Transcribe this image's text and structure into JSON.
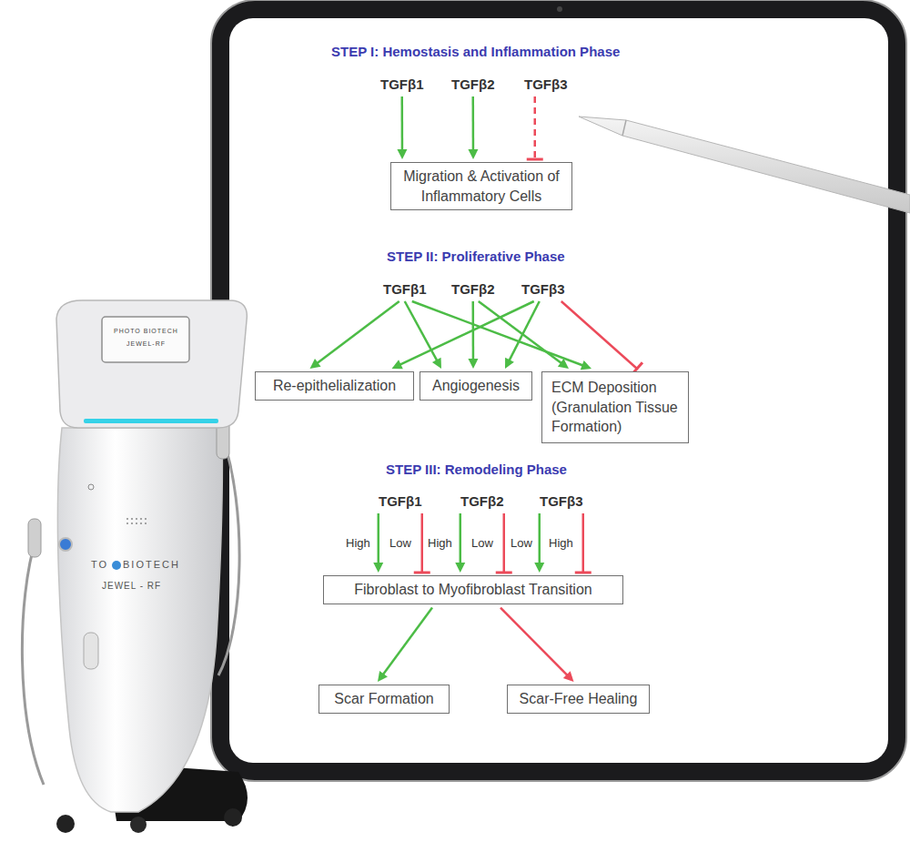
{
  "diagram": {
    "nodes": [
      {
        "text": [
          "TGFβ1"
        ]
      },
      {
        "text": [
          "TGFβ2"
        ]
      },
      {
        "text": [
          "TGFβ3"
        ]
      },
      {
        "text": [
          "Migration & Activation of Inflammatory Cells"
        ]
      },
      {
        "text": [
          "TGFβ1"
        ]
      },
      {
        "text": [
          "TGFβ2"
        ]
      },
      {
        "text": [
          "TGFβ3"
        ]
      },
      {
        "text": [
          "Re-epithelialization"
        ]
      },
      {
        "text": [
          "Angiogenesis"
        ]
      },
      {
        "text": [
          "ECM Deposition (Granulation Tissue Formation)"
        ]
      },
      {
        "text": [
          "TGFβ1"
        ]
      },
      {
        "text": [
          "TGFβ2"
        ]
      },
      {
        "text": [
          "TGFβ3"
        ]
      },
      {
        "text": [
          "Fibroblast to Myofibroblast Transition"
        ]
      },
      {
        "text": [
          "Scar Formation"
        ]
      },
      {
        "text": [
          "Scar-Free Healing"
        ]
      }
    ],
    "edges": [
      {
        "from": 0,
        "to": 3,
        "arrow": "to"
      },
      {
        "from": 1,
        "to": 3,
        "arrow": "to"
      },
      {
        "from": 2,
        "to": 3,
        "arrow": "to"
      },
      {
        "from": 4,
        "to": 7,
        "arrow": "to"
      },
      {
        "from": 4,
        "to": 8,
        "arrow": "to"
      },
      {
        "from": 4,
        "to": 9,
        "arrow": "to"
      },
      {
        "from": 5,
        "to": 8,
        "arrow": "to"
      },
      {
        "from": 5,
        "to": 9,
        "arrow": "to"
      },
      {
        "from": 6,
        "to": 7,
        "arrow": "to"
      },
      {
        "from": 6,
        "to": 8,
        "arrow": "to"
      },
      {
        "from": 6,
        "to": 9,
        "arrow": "to"
      },
      {
        "from": 10,
        "to": 13,
        "label": "High",
        "arrow": "to"
      },
      {
        "from": 10,
        "to": 13,
        "label": "Low",
        "arrow": "to"
      },
      {
        "from": 11,
        "to": 13,
        "label": "High",
        "arrow": "to"
      },
      {
        "from": 11,
        "to": 13,
        "label": "Low",
        "arrow": "to"
      },
      {
        "from": 12,
        "to": 13,
        "label": "Low",
        "arrow": "to"
      },
      {
        "from": 12,
        "to": 13,
        "label": "High",
        "arrow": "to"
      },
      {
        "from": 13,
        "to": 14,
        "arrow": "to"
      },
      {
        "from": 13,
        "to": 15,
        "arrow": "to"
      }
    ],
    "labels": [
      "STEP I: Hemostasis and Inflammation Phase",
      "STEP II: Proliferative Phase",
      "STEP III: Remodeling Phase",
      "PHOTO BIOTECH",
      "JEWEL-RF",
      "TO",
      "BIOTECH",
      "JEWEL - RF"
    ]
  }
}
